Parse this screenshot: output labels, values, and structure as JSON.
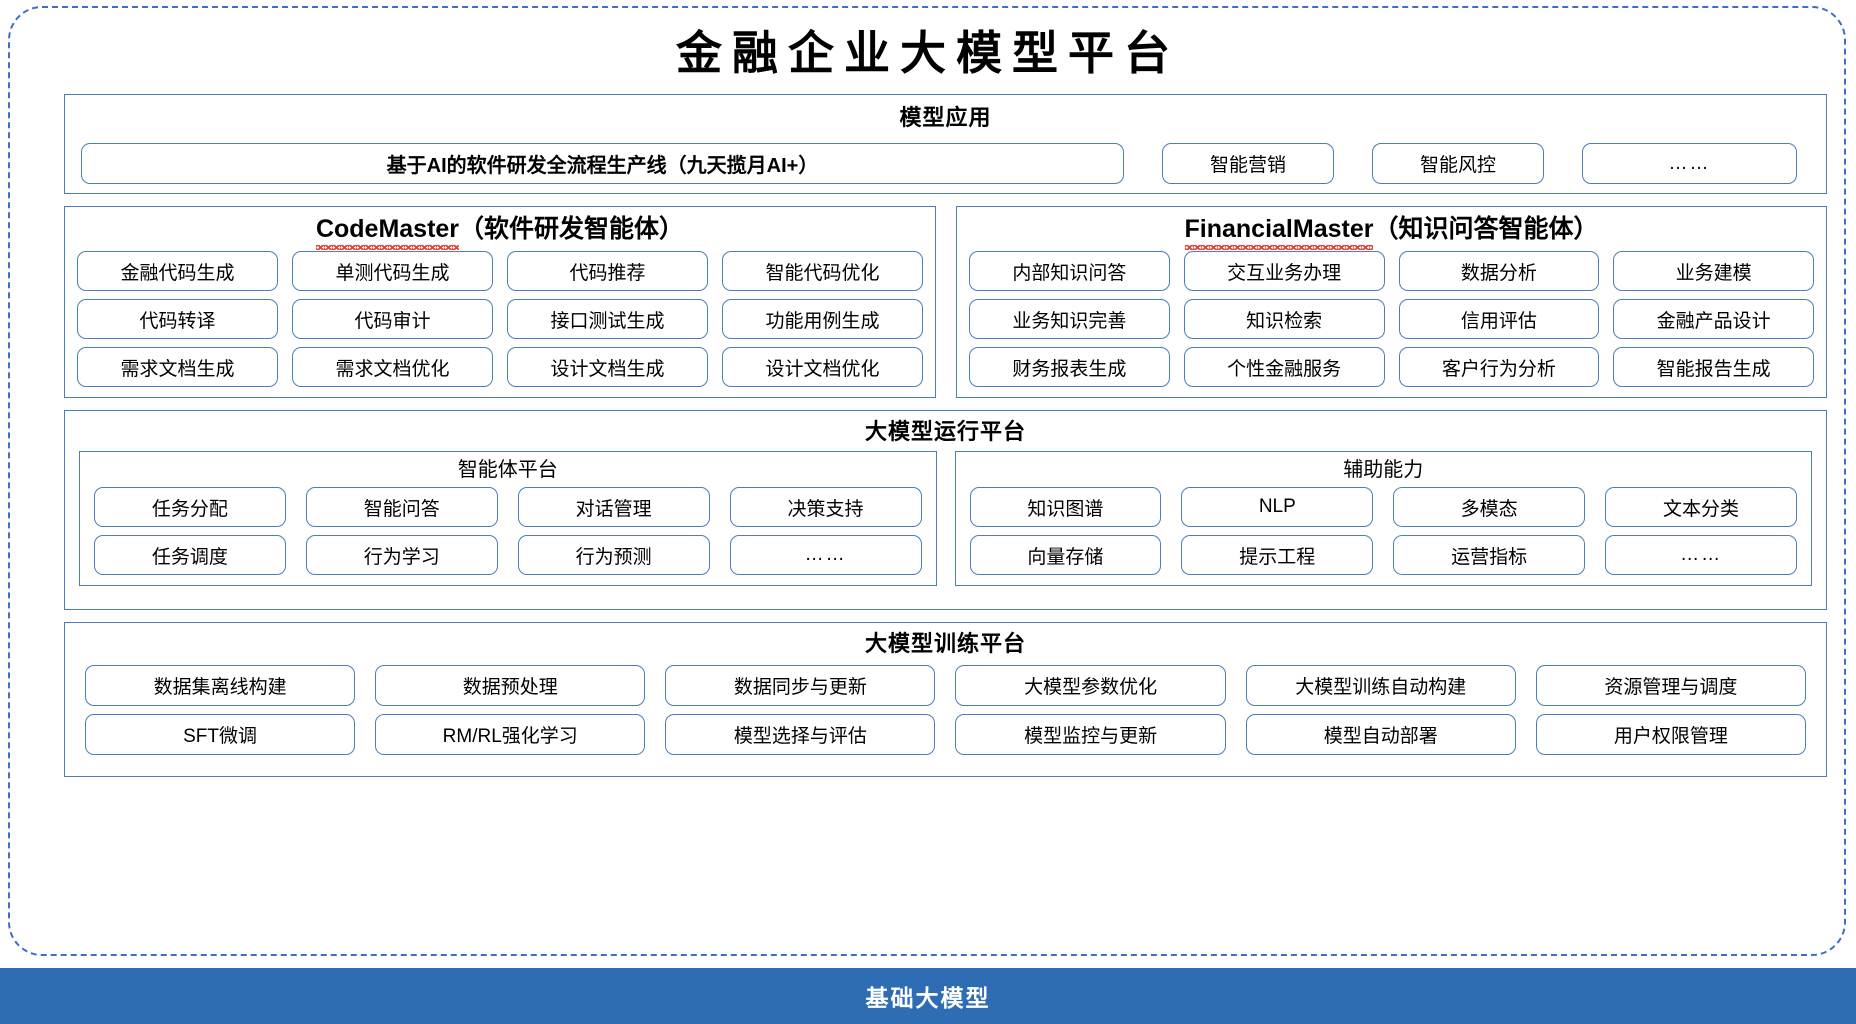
{
  "title": "金融企业大模型平台",
  "colors": {
    "frame_dashed": "#3D6EC8",
    "panel_border": "#4A7EBB",
    "base_bar_bg": "#2E6DB4",
    "spellcheck_underline": "#E03A2F"
  },
  "application_layer": {
    "title": "模型应用",
    "items": [
      {
        "label": "基于AI的软件研发全流程生产线（九天揽月AI+）",
        "emphasis": "bold"
      },
      {
        "label": "智能营销",
        "emphasis": "normal"
      },
      {
        "label": "智能风控",
        "emphasis": "normal"
      },
      {
        "label": "……",
        "emphasis": "normal"
      }
    ]
  },
  "agents": [
    {
      "name": "CodeMaster",
      "name_suffix": "（软件研发智能体）",
      "capabilities": [
        "金融代码生成",
        "单测代码生成",
        "代码推荐",
        "智能代码优化",
        "代码转译",
        "代码审计",
        "接口测试生成",
        "功能用例生成",
        "需求文档生成",
        "需求文档优化",
        "设计文档生成",
        "设计文档优化"
      ]
    },
    {
      "name": "FinancialMaster",
      "name_suffix": "（知识问答智能体）",
      "capabilities": [
        "内部知识问答",
        "交互业务办理",
        "数据分析",
        "业务建模",
        "业务知识完善",
        "知识检索",
        "信用评估",
        "金融产品设计",
        "财务报表生成",
        "个性金融服务",
        "客户行为分析",
        "智能报告生成"
      ]
    }
  ],
  "runtime_layer": {
    "title": "大模型运行平台",
    "groups": [
      {
        "title": "智能体平台",
        "items": [
          "任务分配",
          "智能问答",
          "对话管理",
          "决策支持",
          "任务调度",
          "行为学习",
          "行为预测",
          "……"
        ]
      },
      {
        "title": "辅助能力",
        "items": [
          "知识图谱",
          "NLP",
          "多模态",
          "文本分类",
          "向量存储",
          "提示工程",
          "运营指标",
          "……"
        ]
      }
    ]
  },
  "training_layer": {
    "title": "大模型训练平台",
    "items": [
      "数据集离线构建",
      "数据预处理",
      "数据同步与更新",
      "大模型参数优化",
      "大模型训练自动构建",
      "资源管理与调度",
      "SFT微调",
      "RM/RL强化学习",
      "模型选择与评估",
      "模型监控与更新",
      "模型自动部署",
      "用户权限管理"
    ]
  },
  "base_model_bar": {
    "label": "基础大模型"
  }
}
